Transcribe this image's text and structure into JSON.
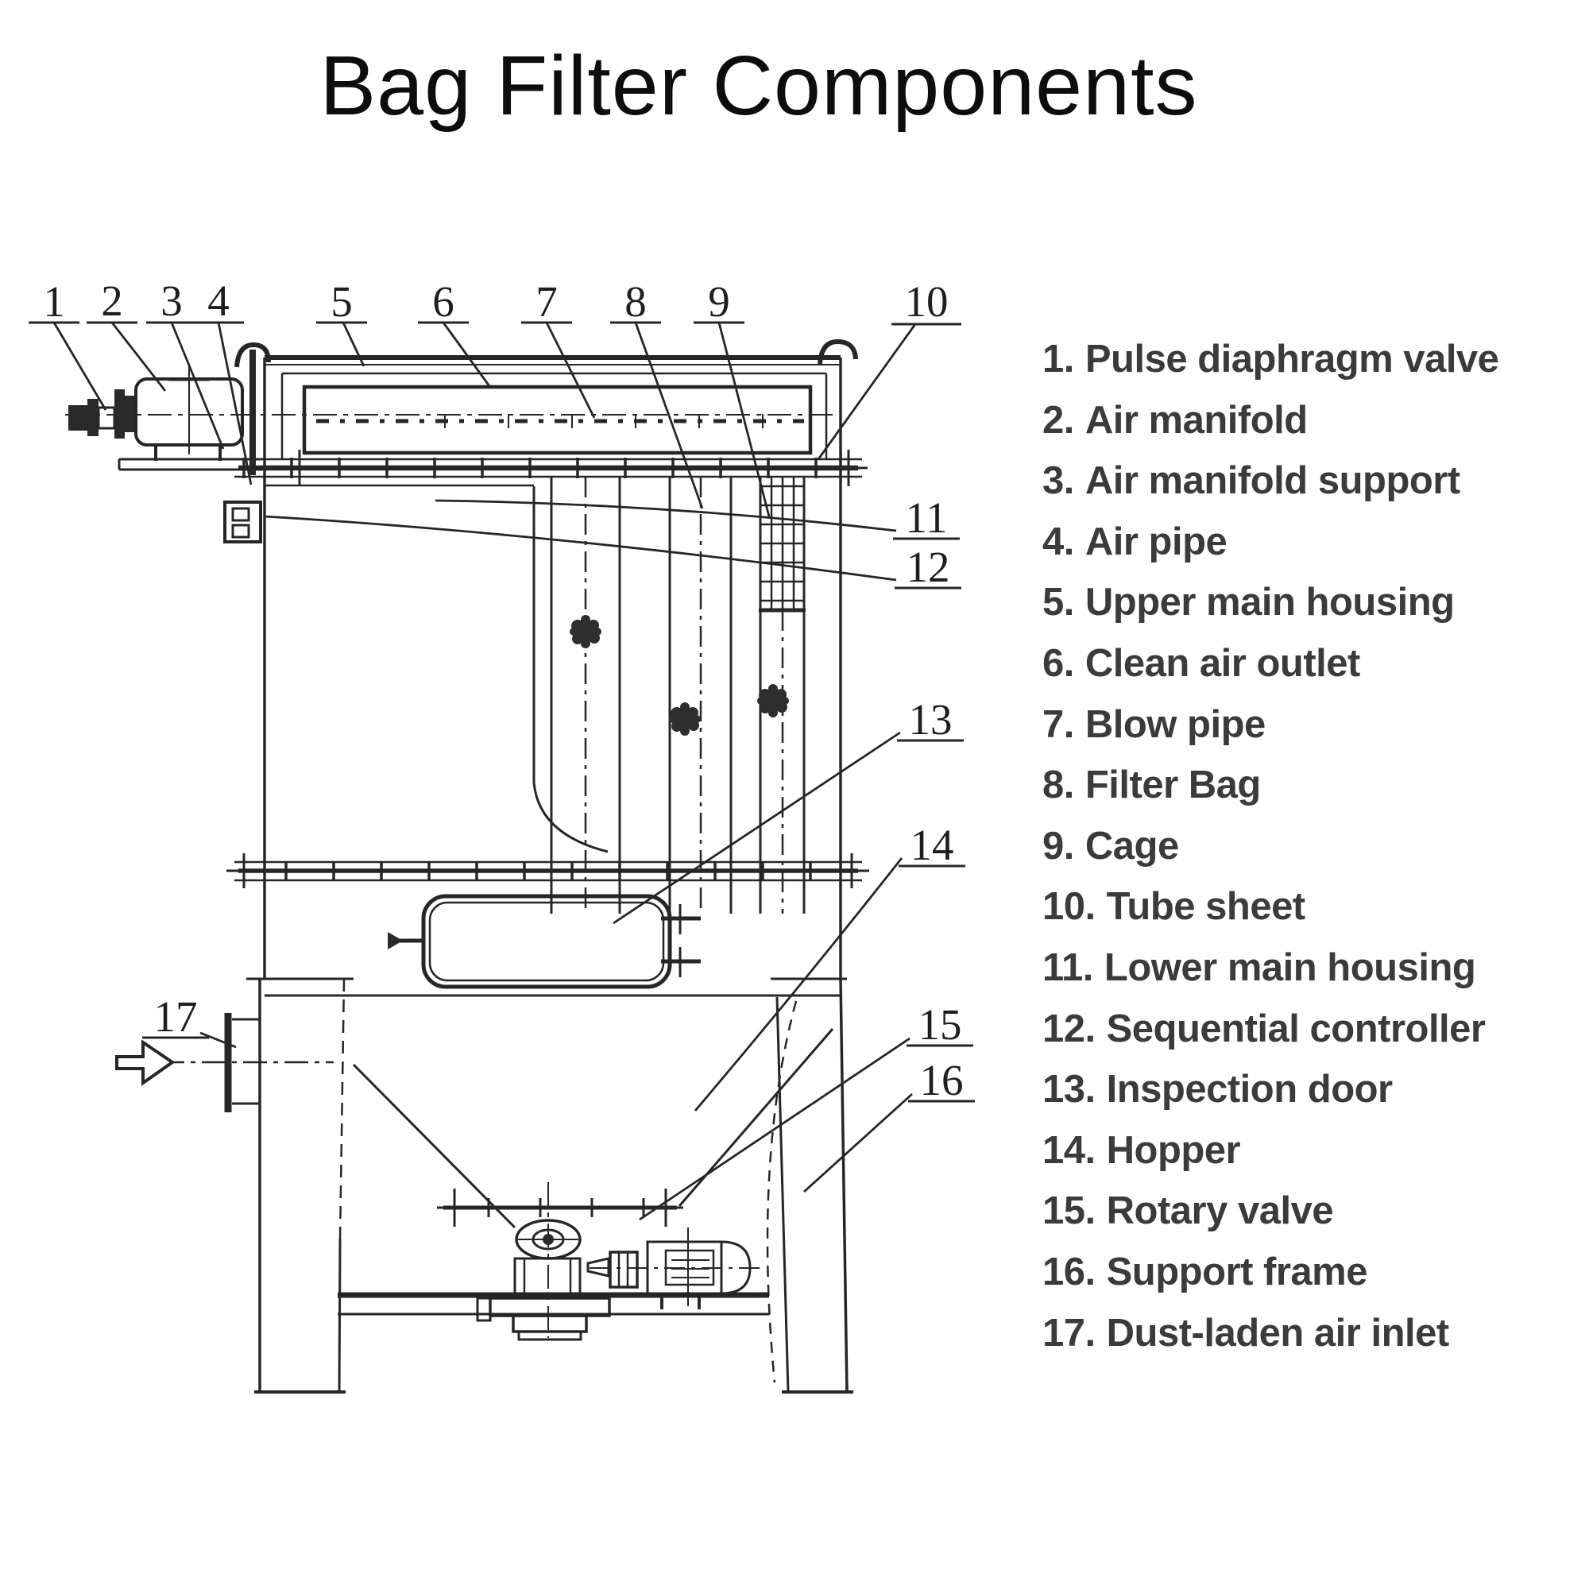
{
  "title": "Bag Filter Components",
  "diagram": {
    "callouts": [
      {
        "label": "1"
      },
      {
        "label": "2"
      },
      {
        "label": "3"
      },
      {
        "label": "4"
      },
      {
        "label": "5"
      },
      {
        "label": "6"
      },
      {
        "label": "7"
      },
      {
        "label": "8"
      },
      {
        "label": "9"
      },
      {
        "label": "10"
      },
      {
        "label": "11"
      },
      {
        "label": "12"
      },
      {
        "label": "13"
      },
      {
        "label": "14"
      },
      {
        "label": "15"
      },
      {
        "label": "16"
      },
      {
        "label": "17"
      }
    ]
  },
  "legend": {
    "items": [
      {
        "num": "1.",
        "label": "Pulse diaphragm valve"
      },
      {
        "num": "2.",
        "label": "Air manifold"
      },
      {
        "num": "3.",
        "label": "Air manifold support"
      },
      {
        "num": "4.",
        "label": "Air pipe"
      },
      {
        "num": "5.",
        "label": "Upper main housing"
      },
      {
        "num": "6.",
        "label": "Clean air outlet"
      },
      {
        "num": "7.",
        "label": "Blow pipe"
      },
      {
        "num": "8.",
        "label": "Filter Bag"
      },
      {
        "num": "9.",
        "label": "Cage"
      },
      {
        "num": "10.",
        "label": "Tube sheet"
      },
      {
        "num": "11.",
        "label": "Lower main housing"
      },
      {
        "num": "12.",
        "label": "Sequential controller"
      },
      {
        "num": "13.",
        "label": "Inspection door"
      },
      {
        "num": "14.",
        "label": "Hopper"
      },
      {
        "num": "15.",
        "label": "Rotary valve"
      },
      {
        "num": "16.",
        "label": "Support frame"
      },
      {
        "num": "17.",
        "label": "Dust-laden air inlet"
      }
    ]
  },
  "colors": {
    "ink": "#262626",
    "legend_text": "#3b3b3b",
    "title": "#0d0d0d",
    "background": "#ffffff"
  }
}
